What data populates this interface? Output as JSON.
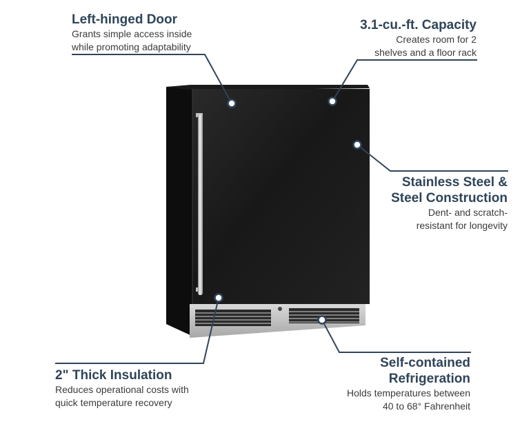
{
  "callouts": {
    "door": {
      "title": "Left-hinged Door",
      "desc_lines": [
        "Grants simple access inside",
        "while promoting adaptability"
      ]
    },
    "capacity": {
      "title": "3.1-cu.-ft. Capacity",
      "desc_lines": [
        "Creates room for 2",
        "shelves and a floor rack"
      ]
    },
    "steel": {
      "title_lines": [
        "Stainless Steel &",
        "Steel Construction"
      ],
      "desc_lines": [
        "Dent- and scratch-",
        "resistant for longevity"
      ]
    },
    "insulation": {
      "title": "2\" Thick Insulation",
      "desc_lines": [
        "Reduces operational costs with",
        "quick temperature recovery"
      ]
    },
    "refrigeration": {
      "title_lines": [
        "Self-contained",
        "Refrigeration"
      ],
      "desc_lines": [
        "Holds temperatures between",
        "40 to 68° Fahrenheit"
      ]
    }
  },
  "colors": {
    "title": "#2f4459",
    "leader_line": "#2f4459",
    "cabinet": "#121212",
    "door": "#1c1c1c",
    "handle": "#c9c9c9",
    "grille_frame": "#bdbdbd",
    "grille_slot": "#2a2a2a"
  }
}
